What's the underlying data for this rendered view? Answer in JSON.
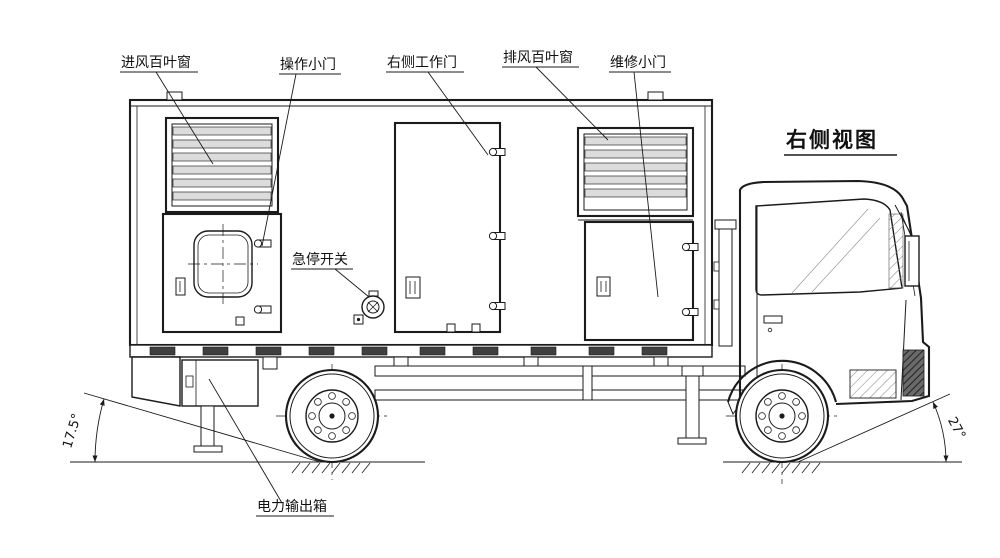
{
  "title": "右侧视图",
  "callouts": {
    "intake_louver": "进风百叶窗",
    "operation_door": "操作小门",
    "work_door": "右侧工作门",
    "exhaust_louver": "排风百叶窗",
    "maintenance_door": "维修小门",
    "emergency_stop": "急停开关",
    "power_output_box": "电力输出箱"
  },
  "dimensions": {
    "rear_departure_angle": "17.5°",
    "front_approach_angle": "27°"
  },
  "colors": {
    "line": "#1b1b1b",
    "background": "#ffffff"
  }
}
